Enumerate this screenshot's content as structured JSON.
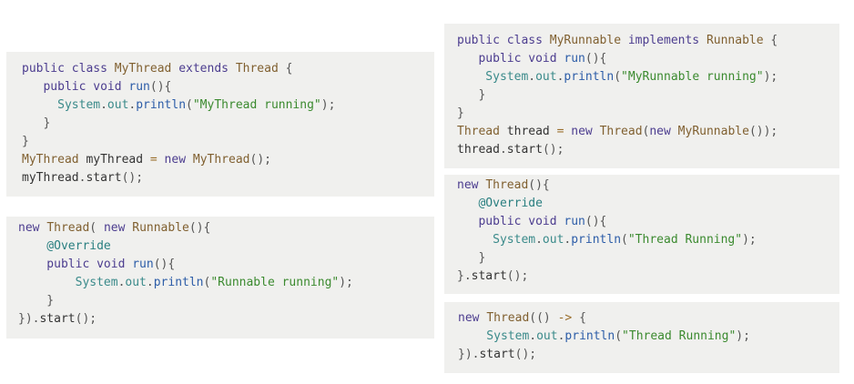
{
  "colors": {
    "background": "#ffffff",
    "code_background": "#f0f0ee",
    "keyword": "#4c3d8f",
    "type": "#806030",
    "method": "#2d5da8",
    "string": "#3b8a2f",
    "annotation": "#2a7f80"
  },
  "snippets": [
    {
      "id": "thread-subclass",
      "lines": [
        [
          [
            "public class ",
            "kw"
          ],
          [
            "MyThread",
            "ty"
          ],
          [
            " extends ",
            "kw"
          ],
          [
            "Thread",
            "ty"
          ],
          [
            " {",
            "pn"
          ]
        ],
        [
          [
            "   public void ",
            "kw"
          ],
          [
            "run",
            "mt"
          ],
          [
            "(){",
            "pn"
          ]
        ],
        [
          [
            "     System",
            "ct"
          ],
          [
            ".",
            "pn"
          ],
          [
            "out",
            "ct"
          ],
          [
            ".",
            "pn"
          ],
          [
            "println",
            "mt"
          ],
          [
            "(",
            "pn"
          ],
          [
            "\"MyThread running\"",
            "st"
          ],
          [
            ");",
            "pn"
          ]
        ],
        [
          [
            "   }",
            "pn"
          ]
        ],
        [
          [
            "}",
            "pn"
          ]
        ],
        [
          [
            "MyThread",
            "ty"
          ],
          [
            " myThread ",
            "vr"
          ],
          [
            "=",
            "op"
          ],
          [
            " new ",
            "kw"
          ],
          [
            "MyThread",
            "ty"
          ],
          [
            "();",
            "pn"
          ]
        ],
        [
          [
            "myThread",
            "vr"
          ],
          [
            ".",
            "pn"
          ],
          [
            "start",
            "vr"
          ],
          [
            "();",
            "pn"
          ]
        ]
      ]
    },
    {
      "id": "anonymous-runnable",
      "lines": [
        [
          [
            "new ",
            "kw"
          ],
          [
            "Thread",
            "ty"
          ],
          [
            "( ",
            "pn"
          ],
          [
            "new ",
            "kw"
          ],
          [
            "Runnable",
            "ty"
          ],
          [
            "(){",
            "pn"
          ]
        ],
        [
          [
            "    @Override",
            "an"
          ]
        ],
        [
          [
            "    public void ",
            "kw"
          ],
          [
            "run",
            "mt"
          ],
          [
            "(){",
            "pn"
          ]
        ],
        [
          [
            "        System",
            "ct"
          ],
          [
            ".",
            "pn"
          ],
          [
            "out",
            "ct"
          ],
          [
            ".",
            "pn"
          ],
          [
            "println",
            "mt"
          ],
          [
            "(",
            "pn"
          ],
          [
            "\"Runnable running\"",
            "st"
          ],
          [
            ");",
            "pn"
          ]
        ],
        [
          [
            "    }",
            "pn"
          ]
        ],
        [
          [
            "}).",
            "pn"
          ],
          [
            "start",
            "vr"
          ],
          [
            "();",
            "pn"
          ]
        ]
      ]
    },
    {
      "id": "implements-runnable",
      "lines": [
        [
          [
            "public class ",
            "kw"
          ],
          [
            "MyRunnable",
            "ty"
          ],
          [
            " implements ",
            "kw"
          ],
          [
            "Runnable",
            "ty"
          ],
          [
            " {",
            "pn"
          ]
        ],
        [
          [
            "   public void ",
            "kw"
          ],
          [
            "run",
            "mt"
          ],
          [
            "(){",
            "pn"
          ]
        ],
        [
          [
            "    System",
            "ct"
          ],
          [
            ".",
            "pn"
          ],
          [
            "out",
            "ct"
          ],
          [
            ".",
            "pn"
          ],
          [
            "println",
            "mt"
          ],
          [
            "(",
            "pn"
          ],
          [
            "\"MyRunnable running\"",
            "st"
          ],
          [
            ");",
            "pn"
          ]
        ],
        [
          [
            "   }",
            "pn"
          ]
        ],
        [
          [
            "}",
            "pn"
          ]
        ],
        [
          [
            "Thread",
            "ty"
          ],
          [
            " thread ",
            "vr"
          ],
          [
            "=",
            "op"
          ],
          [
            " new ",
            "kw"
          ],
          [
            "Thread",
            "ty"
          ],
          [
            "(",
            "pn"
          ],
          [
            "new ",
            "kw"
          ],
          [
            "MyRunnable",
            "ty"
          ],
          [
            "());",
            "pn"
          ]
        ],
        [
          [
            "thread",
            "vr"
          ],
          [
            ".",
            "pn"
          ],
          [
            "start",
            "vr"
          ],
          [
            "();",
            "pn"
          ]
        ]
      ]
    },
    {
      "id": "anonymous-thread",
      "lines": [
        [
          [
            "new ",
            "kw"
          ],
          [
            "Thread",
            "ty"
          ],
          [
            "(){",
            "pn"
          ]
        ],
        [
          [
            "   @Override",
            "an"
          ]
        ],
        [
          [
            "   public void ",
            "kw"
          ],
          [
            "run",
            "mt"
          ],
          [
            "(){",
            "pn"
          ]
        ],
        [
          [
            "     System",
            "ct"
          ],
          [
            ".",
            "pn"
          ],
          [
            "out",
            "ct"
          ],
          [
            ".",
            "pn"
          ],
          [
            "println",
            "mt"
          ],
          [
            "(",
            "pn"
          ],
          [
            "\"Thread Running\"",
            "st"
          ],
          [
            ");",
            "pn"
          ]
        ],
        [
          [
            "   }",
            "pn"
          ]
        ],
        [
          [
            "}.",
            "pn"
          ],
          [
            "start",
            "vr"
          ],
          [
            "();",
            "pn"
          ]
        ]
      ]
    },
    {
      "id": "lambda-thread",
      "lines": [
        [
          [
            "new ",
            "kw"
          ],
          [
            "Thread",
            "ty"
          ],
          [
            "(() ",
            "pn"
          ],
          [
            "->",
            "op"
          ],
          [
            " {",
            "pn"
          ]
        ],
        [
          [
            "    System",
            "ct"
          ],
          [
            ".",
            "pn"
          ],
          [
            "out",
            "ct"
          ],
          [
            ".",
            "pn"
          ],
          [
            "println",
            "mt"
          ],
          [
            "(",
            "pn"
          ],
          [
            "\"Thread Running\"",
            "st"
          ],
          [
            ");",
            "pn"
          ]
        ],
        [
          [
            "}).",
            "pn"
          ],
          [
            "start",
            "vr"
          ],
          [
            "();",
            "pn"
          ]
        ]
      ]
    }
  ]
}
